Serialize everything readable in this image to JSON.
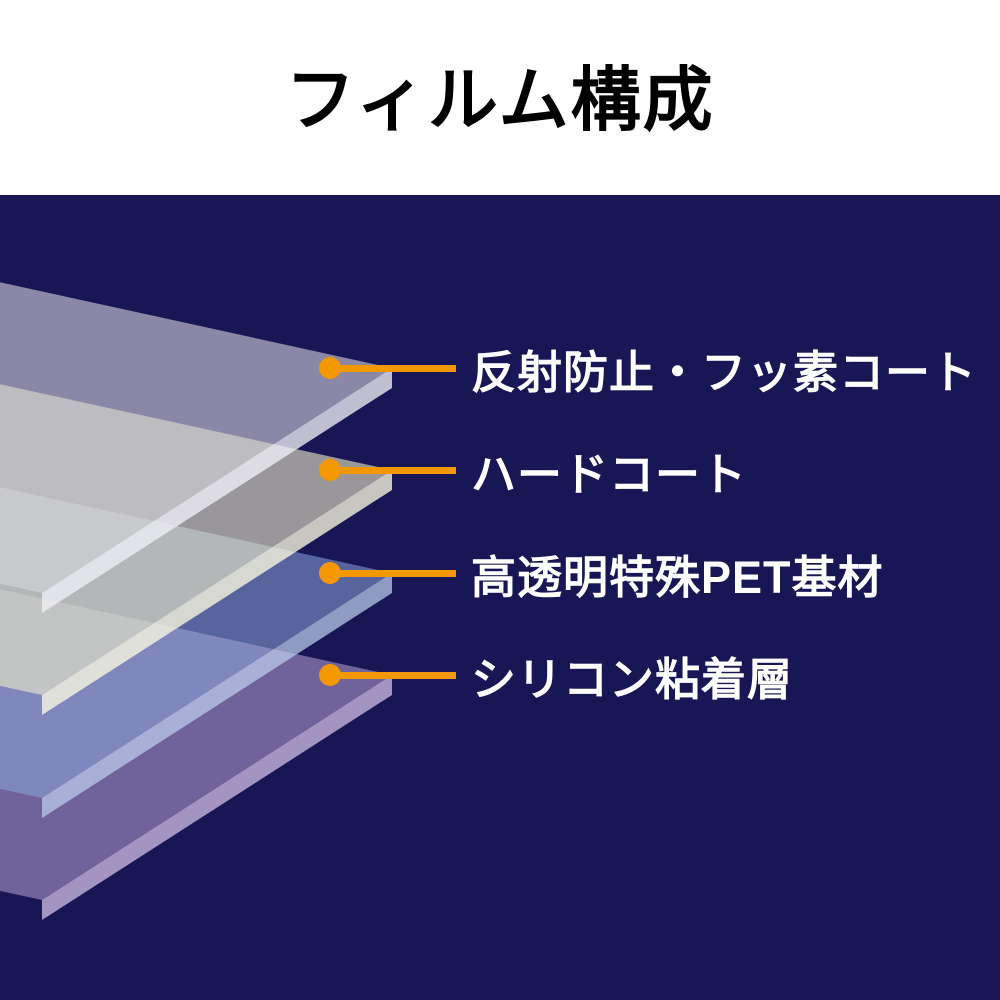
{
  "title": "フィルム構成",
  "colors": {
    "background": "#ffffff",
    "panel": "#191655",
    "accent": "#F39800",
    "title_text": "#000000",
    "label_text": "#ffffff"
  },
  "layers": [
    {
      "label": "反射防止・フッ素コート",
      "face": "rgba(214,214,220,0.60)",
      "edge": "rgba(240,240,246,0.78)"
    },
    {
      "label": "ハードコート",
      "face": "rgba(240,238,200,0.60)",
      "edge": "rgba(250,248,224,0.78)"
    },
    {
      "label": "高透明特殊PET基材",
      "face": "rgba(140,166,216,0.55)",
      "edge": "rgba(190,206,240,0.72)"
    },
    {
      "label": "シリコン粘着層",
      "face": "rgba(184,162,214,0.55)",
      "edge": "rgba(216,197,236,0.72)"
    }
  ]
}
